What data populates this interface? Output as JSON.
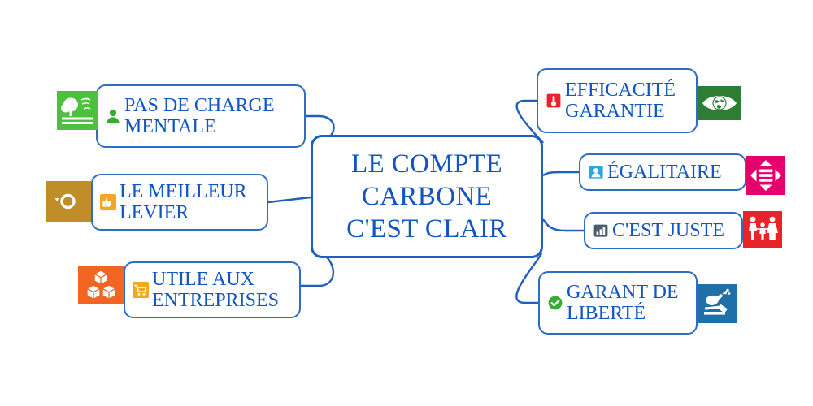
{
  "diagram": {
    "type": "mind-map",
    "title": "LE COMPTE CARBONE C'EST CLAIR",
    "background_color": "#FFFFFF",
    "connector_color": "#1F5FBF",
    "text_color": "#1055C0",
    "node_border_color": "#2E6DC4"
  },
  "center": {
    "label": "LE COMPTE\nCARBONE\nC'EST CLAIR"
  },
  "left_branches": [
    {
      "label": "PAS DE CHARGE\nMENTALE",
      "mini_icon": "person-icon",
      "mini_icon_color": "#3AAA35",
      "badge_icon": "park-tree-icon",
      "badge_color": "#4CC23C"
    },
    {
      "label": "LE MEILLEUR\nLEVIER",
      "mini_icon": "thumbs-up-icon",
      "mini_icon_color": "#F5A623",
      "badge_icon": "infinity-icon",
      "badge_color": "#C08E28"
    },
    {
      "label": "UTILE AUX\nENTREPRISES",
      "mini_icon": "shopping-cart-icon",
      "mini_icon_color": "#F5A623",
      "badge_icon": "cubes-icon",
      "badge_color": "#F26522"
    }
  ],
  "right_branches": [
    {
      "label": "EFFICACITÉ\nGARANTIE",
      "mini_icon": "thermometer-icon",
      "mini_icon_color": "#E8232A",
      "badge_icon": "eye-globe-icon",
      "badge_color": "#2E7D32"
    },
    {
      "label": "ÉGALITAIRE",
      "mini_icon": "user-card-icon",
      "mini_icon_color": "#29A8E0",
      "badge_icon": "four-way-arrows-icon",
      "badge_color": "#E5006D"
    },
    {
      "label": "C'EST JUSTE",
      "mini_icon": "bar-chart-icon",
      "mini_icon_color": "#4A5B70",
      "badge_icon": "family-icon",
      "badge_color": "#E8232A"
    },
    {
      "label": "GARANT DE\nLIBERTÉ",
      "mini_icon": "check-circle-icon",
      "mini_icon_color": "#3AAA35",
      "badge_icon": "dove-gavel-icon",
      "badge_color": "#1F6FA8"
    }
  ]
}
